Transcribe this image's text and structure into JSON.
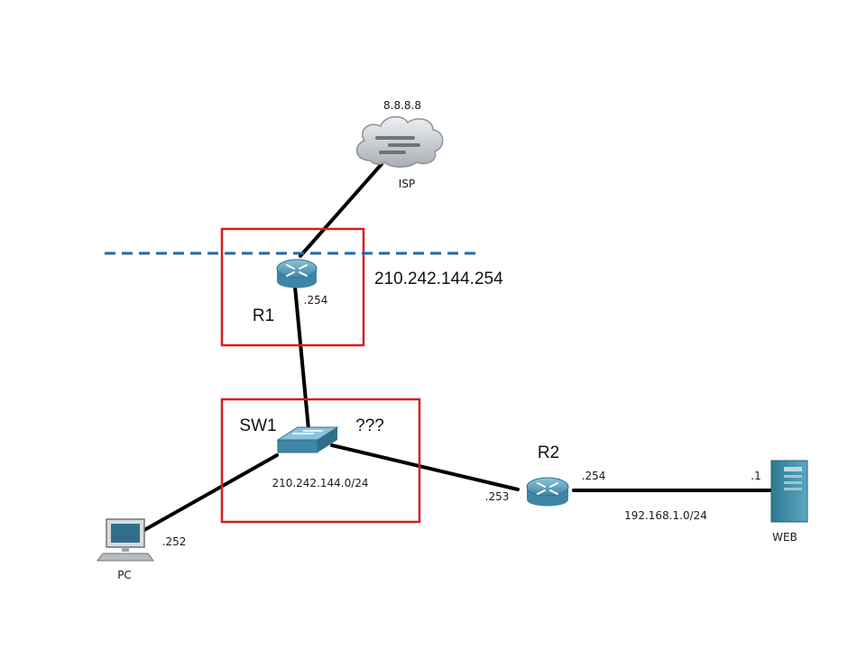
{
  "colors": {
    "link": "#000000",
    "highlight_box": "#d81e1e",
    "boundary_line": "#1f6aa8",
    "router_body": "#5fa7c6",
    "switch_body": "#5aa3c4",
    "device_teal": "#3f8fa8"
  },
  "devices": {
    "isp": {
      "icon": "cloud-icon",
      "name": "ISP",
      "address": "8.8.8.8"
    },
    "r1": {
      "icon": "router-icon",
      "name": "R1",
      "interface": ".254",
      "public_ip": "210.242.144.254"
    },
    "sw1": {
      "icon": "switch-icon",
      "name": "SW1",
      "unknown": "???",
      "subnet": "210.242.144.0/24"
    },
    "r2": {
      "icon": "router-icon",
      "name": "R2",
      "lan_interface": ".253",
      "web_interface": ".254",
      "subnet": "192.168.1.0/24"
    },
    "pc": {
      "icon": "pc-icon",
      "name": "PC",
      "interface": ".252"
    },
    "web": {
      "icon": "server-icon",
      "name": "WEB",
      "interface": ".1"
    }
  }
}
